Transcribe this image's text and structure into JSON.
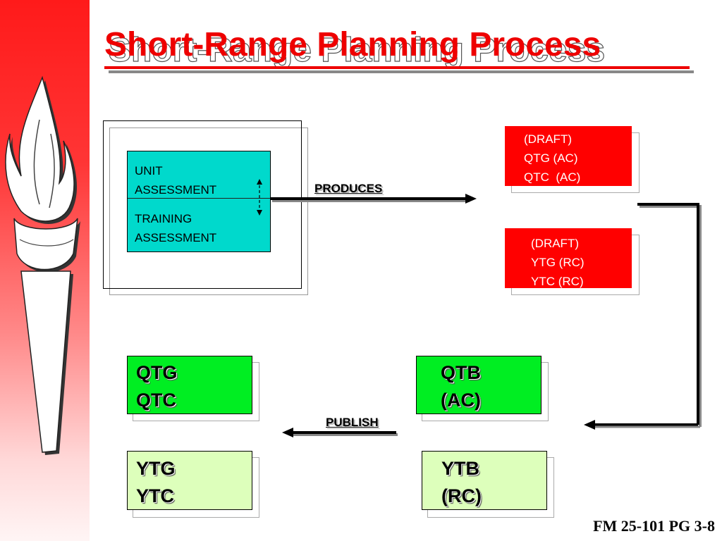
{
  "title": "Short-Range Planning Process",
  "assessment_box": {
    "line1": "UNIT",
    "line2": "ASSESSMENT",
    "line3": "TRAINING",
    "line4": "ASSESSMENT"
  },
  "produces_label": "PRODUCES",
  "publish_label": "PUBLISH",
  "draft_ac": {
    "line1": "(DRAFT)",
    "line2": "QTG (AC)",
    "line3": "QTC  (AC)"
  },
  "draft_rc": {
    "line1": "(DRAFT)",
    "line2": "YTG (RC)",
    "line3": "YTC (RC)"
  },
  "qtg_box": {
    "line1": "QTG",
    "line2": "QTC"
  },
  "qtb_box": {
    "line1": "QTB",
    "line2": "(AC)"
  },
  "ytg_box": {
    "line1": "YTG",
    "line2": "YTC"
  },
  "ytb_box": {
    "line1": "YTB",
    "line2": "(RC)"
  },
  "footer": "FM 25-101 PG 3-8",
  "colors": {
    "accent_red": "#ee0000",
    "teal": "#00d9cc",
    "green": "#00ee22",
    "light_green": "#ddffbb"
  },
  "icons": {
    "torch": "torch-icon"
  }
}
